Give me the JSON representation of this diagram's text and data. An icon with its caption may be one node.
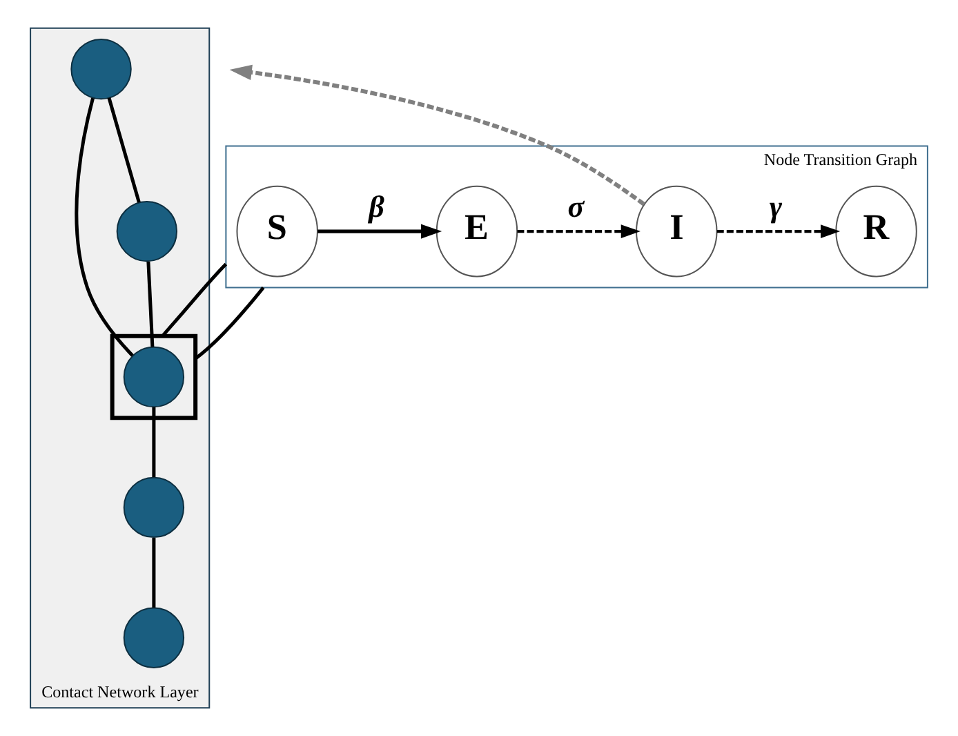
{
  "diagram": {
    "nodes": [
      {
        "text": [
          "Node Transition Graph"
        ]
      },
      {
        "text": [
          "S"
        ],
        "in": 0
      },
      {
        "text": [
          "E"
        ],
        "in": 0
      },
      {
        "text": [
          "I"
        ],
        "in": 0
      },
      {
        "text": [
          "R"
        ],
        "in": 0
      },
      {
        "text": [
          "Contact Network Layer"
        ]
      },
      {
        "text": [],
        "shape": "circle",
        "in": 5
      },
      {
        "text": [],
        "shape": "box",
        "in": 5
      },
      {
        "text": [],
        "shape": "circle",
        "in": 7
      },
      {
        "text": [],
        "shape": "circle",
        "in": 5
      },
      {
        "text": [],
        "shape": "circle",
        "in": 5
      },
      {
        "text": [],
        "shape": "circle",
        "in": 5
      }
    ],
    "edges": [
      {
        "from": 1,
        "to": 2,
        "arrow": "to",
        "label": "β"
      },
      {
        "from": 2,
        "to": 3,
        "arrow": "to",
        "label": "σ",
        "style": "dashed"
      },
      {
        "from": 3,
        "to": 4,
        "arrow": "to",
        "label": "γ",
        "style": "dashed"
      },
      {
        "from": 3,
        "to": null,
        "arrow": "to",
        "style": "dashed",
        "color": "#808080"
      },
      {
        "from": 0,
        "to": 7,
        "arrow": "none"
      },
      {
        "from": 0,
        "to": 7,
        "arrow": "none"
      },
      {
        "from": 6,
        "to": 8,
        "arrow": "none"
      },
      {
        "from": 6,
        "to": 9,
        "arrow": "none"
      },
      {
        "from": 9,
        "to": 8,
        "arrow": "none"
      },
      {
        "from": 8,
        "to": 10,
        "arrow": "none"
      },
      {
        "from": 10,
        "to": 11,
        "arrow": "none"
      }
    ]
  }
}
